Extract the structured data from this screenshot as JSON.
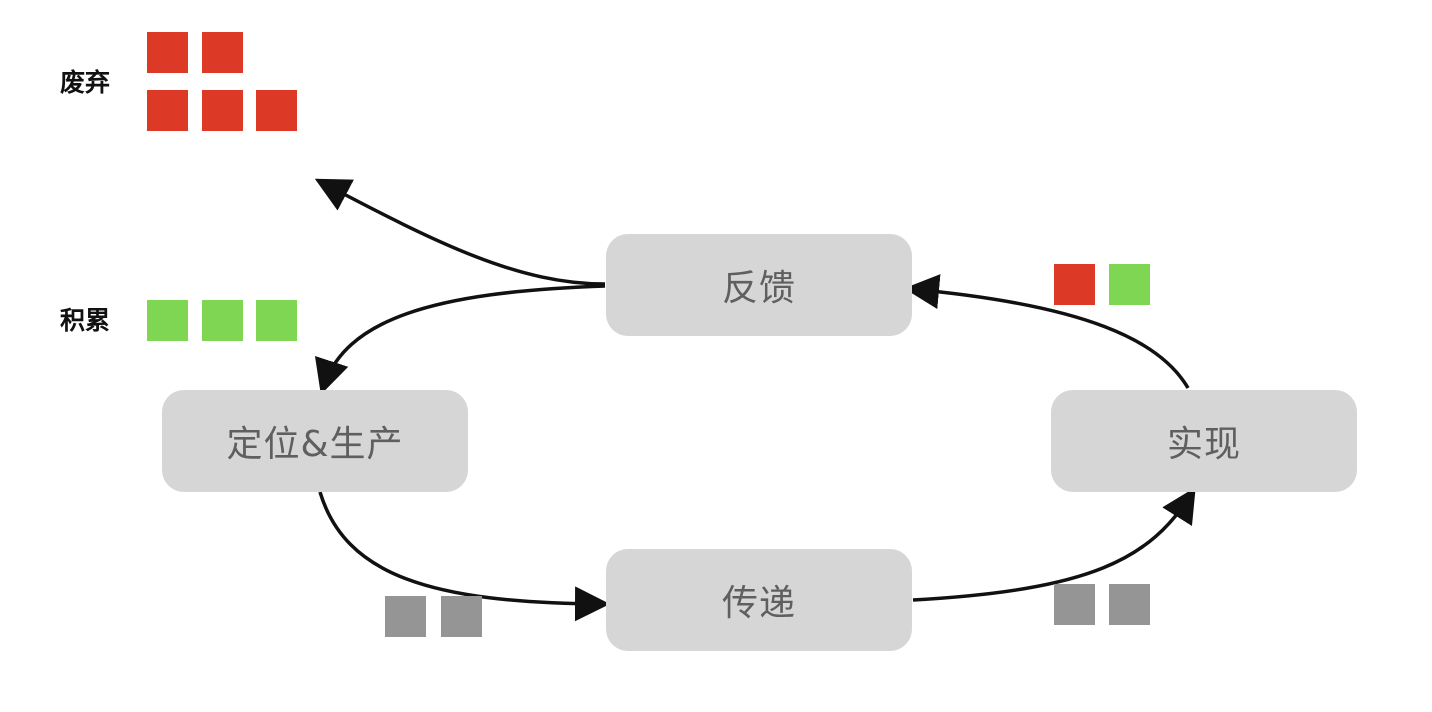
{
  "legend": {
    "waste_label": "废弃",
    "accumulate_label": "积累"
  },
  "nodes": {
    "feedback": "反馈",
    "position_production": "定位&生产",
    "delivery": "传递",
    "realization": "实现"
  },
  "colors": {
    "node_background": "#d6d6d6",
    "node_text": "#5f5f5f",
    "waste_square": "#dc3a27",
    "accumulate_square": "#7fd653",
    "neutral_square": "#959595",
    "arrow": "#111111"
  },
  "legend_counts": {
    "waste_squares": 5,
    "accumulate_squares": 3
  }
}
